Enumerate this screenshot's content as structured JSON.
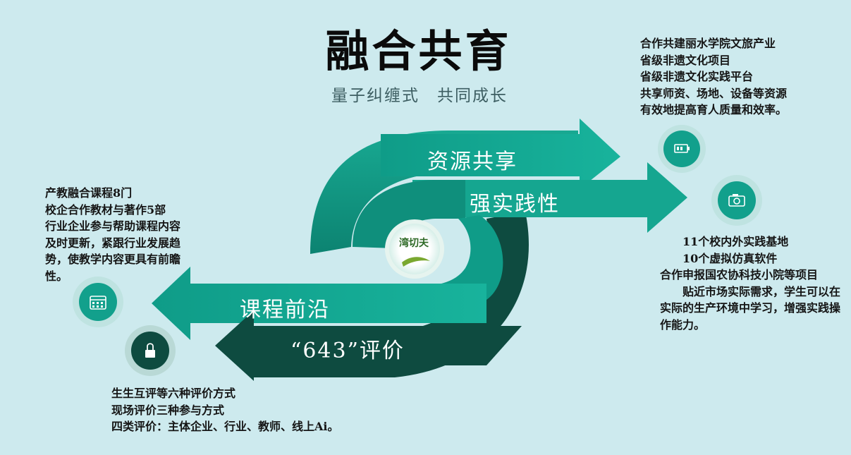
{
  "title": "融合共育",
  "subtitle": "量子纠缠式　共同成长",
  "logo_text": "湾切夫",
  "arrows": {
    "resource": "资源共享",
    "practice": "强实践性",
    "course": "课程前沿",
    "evaluation": "“643”评价"
  },
  "blocks": {
    "left": [
      "产教融合课程8门",
      "校企合作教材与著作5部",
      "行业企业参与帮助课程内容及时更新，紧跟行业发展趋势，使教学内容更具有前瞻性。"
    ],
    "right_top": [
      "合作共建丽水学院文旅产业",
      "省级非遗文化项目",
      "省级非遗文化实践平台",
      "共享师资、场地、设备等资源",
      "有效地提高育人质量和效率。"
    ],
    "right_mid": [
      "　　11个校内外实践基地",
      "　　10个虚拟仿真软件",
      "合作申报国农协科技小院等项目",
      "　　贴近市场实际需求，学生可以在实际的生产环境中学习，增强实践操作能力。"
    ],
    "bottom": [
      "生生互评等六种评价方式",
      "现场评价三种参与方式",
      "四类评价：主体企业、行业、教师、线上Ai。"
    ]
  },
  "icons": {
    "battery": "battery-icon",
    "camera": "camera-icon",
    "calendar": "calendar-icon",
    "lock": "lock-icon"
  },
  "colors": {
    "teal": "#14a38f",
    "teal_light": "#1bbfa6",
    "dark": "#0e4b40",
    "background": "#cdeaee"
  }
}
